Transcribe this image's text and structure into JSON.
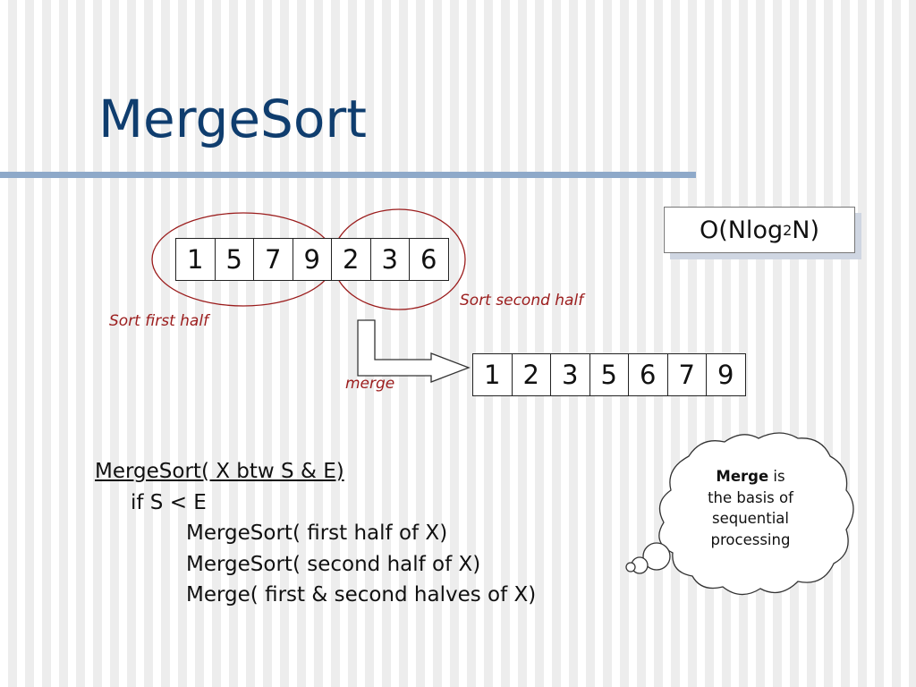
{
  "slide": {
    "title": "MergeSort",
    "complexity": {
      "prefix": "O(Nlog",
      "sub": "2",
      "suffix": "N)"
    },
    "input_array": [
      "1",
      "5",
      "7",
      "9",
      "2",
      "3",
      "6"
    ],
    "sorted_array": [
      "1",
      "2",
      "3",
      "5",
      "6",
      "7",
      "9"
    ],
    "labels": {
      "first_half": "Sort first half",
      "second_half": "Sort second half",
      "merge": "merge"
    },
    "pseudocode": [
      "MergeSort( X btw S & E)",
      "if S < E",
      "MergeSort( first half of X)",
      "MergeSort( second half of X)",
      "Merge( first & second halves of X)"
    ],
    "callout": {
      "bold": "Merge",
      "line1_rest": " is",
      "line2": "the basis of",
      "line3": "sequential",
      "line4": "processing"
    },
    "colors": {
      "title": "#0f3d6e",
      "rule": "#8ea9c9",
      "annotation": "#9b1c1c"
    }
  }
}
